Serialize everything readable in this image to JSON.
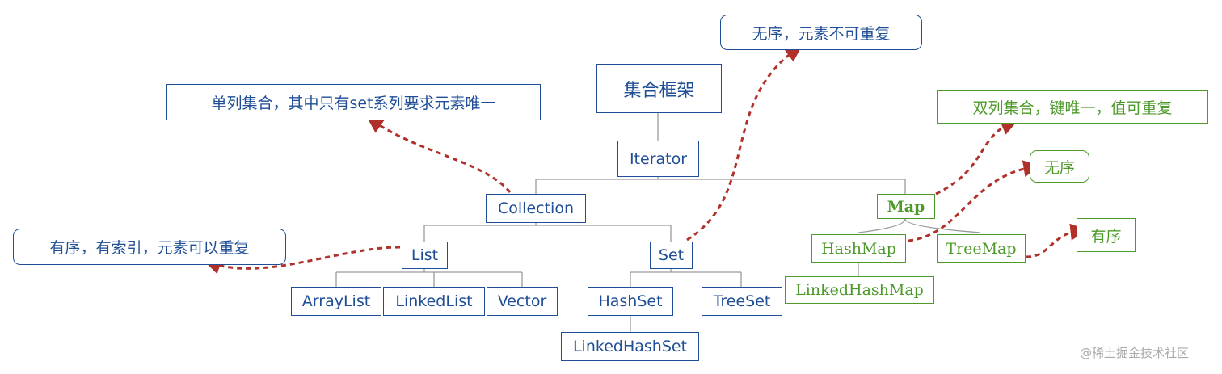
{
  "nodes": {
    "framework": "集合框架",
    "iterator": "Iterator",
    "collection": "Collection",
    "list": "List",
    "set": "Set",
    "arraylist": "ArrayList",
    "linkedlist": "LinkedList",
    "vector": "Vector",
    "hashset": "HashSet",
    "treeset": "TreeSet",
    "linkedhashset": "LinkedHashSet",
    "map": "Map",
    "hashmap": "HashMap",
    "treemap": "TreeMap",
    "linkedhashmap": "LinkedHashMap"
  },
  "notes": {
    "single_column": "单列集合，其中只有set系列要求元素唯一",
    "set_unordered": "无序，元素不可重复",
    "list_ordered": "有序，有索引，元素可以重复",
    "double_column": "双列集合，键唯一，值可重复",
    "hashmap_unordered": "无序",
    "treemap_ordered": "有序"
  },
  "watermark": "@稀土掘金技术社区",
  "colors": {
    "java_collection": "#1f4e96",
    "map_family": "#4d9a2a",
    "connector": "#9a9a9a",
    "annotation_arrow": "#b0302a"
  }
}
